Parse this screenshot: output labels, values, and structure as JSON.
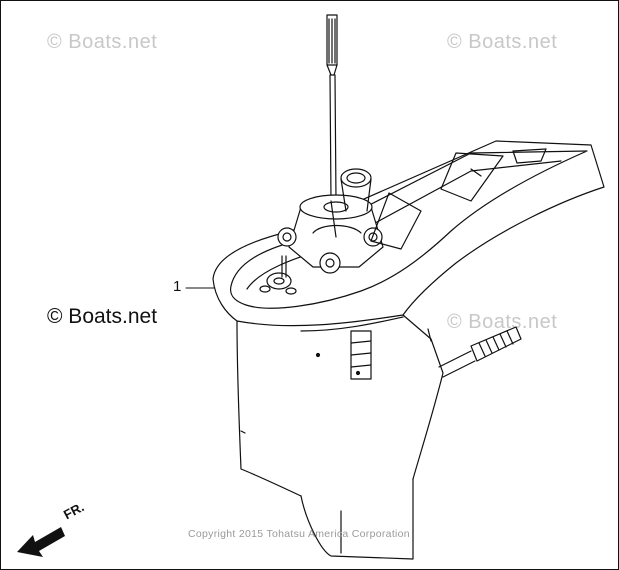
{
  "watermarks": [
    "© Boats.net",
    "© Boats.net",
    "© Boats.net"
  ],
  "brand_label": "© Boats.net",
  "callout_number": "1",
  "direction_label": "FR.",
  "copyright": "Copyright 2015 Tohatsu America Corporation",
  "colors": {
    "line": "#111111",
    "watermark": "#c8c8c8",
    "copyright": "#9a9a9a"
  }
}
